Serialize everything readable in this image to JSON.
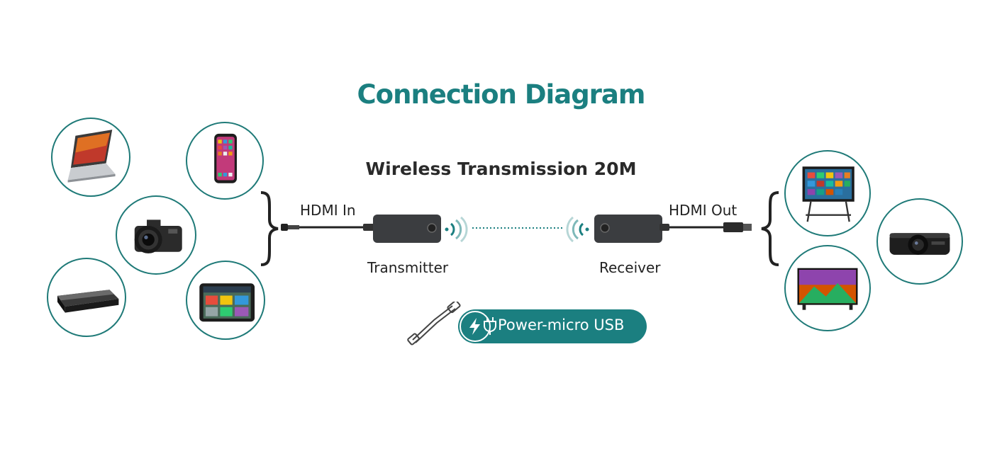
{
  "header": {
    "title": "Connection Diagram",
    "subtitle": "Wireless Transmission 20M"
  },
  "left": {
    "input_label": "HDMI In",
    "sources": [
      "laptop",
      "phone",
      "camera",
      "tv-box",
      "tablet"
    ]
  },
  "right": {
    "output_label": "HDMI Out",
    "displays": [
      "smart-board",
      "projector",
      "tv"
    ]
  },
  "transmitter": {
    "label": "Transmitter"
  },
  "receiver": {
    "label": "Receiver"
  },
  "power": {
    "label": "Power-micro USB"
  },
  "colors": {
    "accent": "#1b7f80",
    "border": "#1f7a78",
    "device": "#3b3d40"
  },
  "icons": [
    "laptop-icon",
    "phone-icon",
    "camera-icon",
    "tv-box-icon",
    "tablet-icon",
    "smart-board-icon",
    "projector-icon",
    "tv-icon",
    "wireless-signal-icon",
    "usb-cable-icon",
    "plug-icon",
    "lightning-icon"
  ]
}
